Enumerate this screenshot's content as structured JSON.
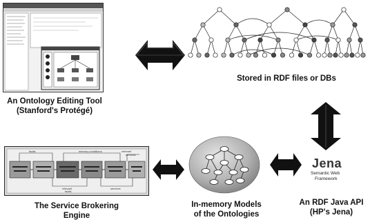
{
  "protege": {
    "caption_line1": "An Ontology Editing Tool",
    "caption_line2": "(Stanford's Protégé)"
  },
  "rdf_store": {
    "caption": "Stored in RDF files or DBs"
  },
  "jena": {
    "logo_text": "Jena",
    "logo_sub1": "Semantic Web",
    "logo_sub2": "Framework",
    "caption_line1": "An RDF Java API",
    "caption_line2": "(HP's Jena)"
  },
  "inmemory": {
    "caption_line1": "In-memory Models",
    "caption_line2": "of the Ontologies"
  },
  "broker": {
    "caption_line1": "The Service Brokering",
    "caption_line2": "Engine"
  },
  "colors": {
    "arrow": "#111111",
    "sphere": "#b8b8b8",
    "jena_blue": "#3a6ea8"
  }
}
